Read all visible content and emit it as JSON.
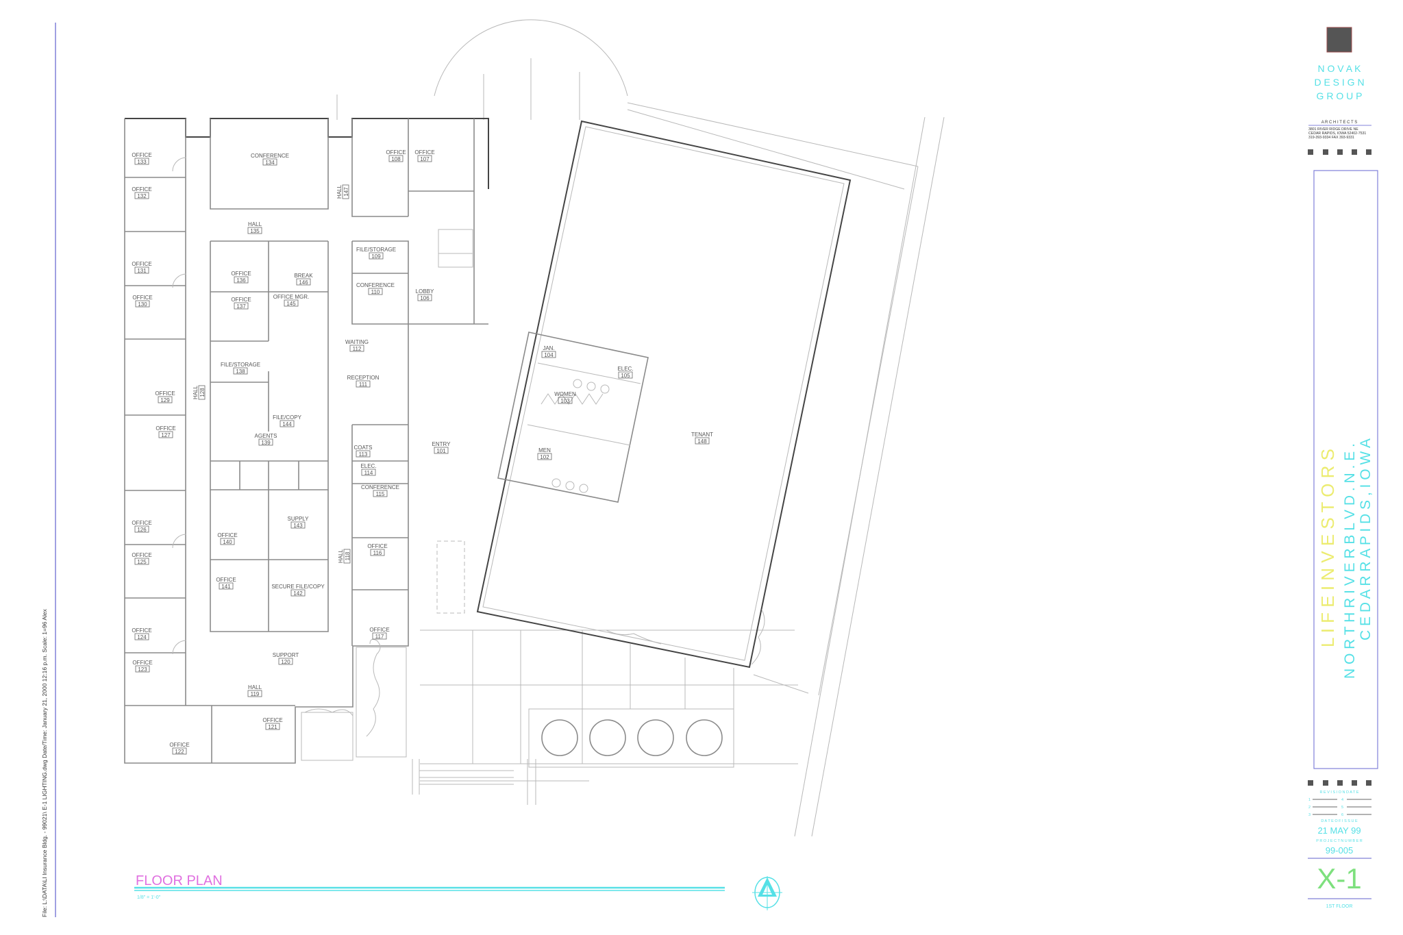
{
  "file_info": "File: L:\\DATA\\LI Insurance Bldg. - 99021\\ E-1 LIGHTING.dwg    Date/Time: January 21, 2000 12:16 p.m.    Scale: 1=96    Alex",
  "drawing": {
    "title": "FLOOR PLAN",
    "scale": "1/8\" = 1'-0\"",
    "north_arrow_icon": "north-arrow-icon"
  },
  "rooms": [
    {
      "name": "OFFICE",
      "number": "133"
    },
    {
      "name": "OFFICE",
      "number": "132"
    },
    {
      "name": "OFFICE",
      "number": "131"
    },
    {
      "name": "OFFICE",
      "number": "130"
    },
    {
      "name": "OFFICE",
      "number": "129"
    },
    {
      "name": "OFFICE",
      "number": "127"
    },
    {
      "name": "CONFERENCE",
      "number": "134"
    },
    {
      "name": "HALL",
      "number": "135"
    },
    {
      "name": "OFFICE",
      "number": "136"
    },
    {
      "name": "OFFICE",
      "number": "137"
    },
    {
      "name": "BREAK",
      "number": "146"
    },
    {
      "name": "OFFICE MGR.",
      "number": "145"
    },
    {
      "name": "FILE/STORAGE",
      "number": "138"
    },
    {
      "name": "FILE/COPY",
      "number": "144"
    },
    {
      "name": "AGENTS",
      "number": "139"
    },
    {
      "name": "OFFICE",
      "number": "108"
    },
    {
      "name": "OFFICE",
      "number": "107"
    },
    {
      "name": "HALL",
      "number": "147"
    },
    {
      "name": "FILE/STORAGE",
      "number": "109"
    },
    {
      "name": "CONFERENCE",
      "number": "110"
    },
    {
      "name": "LOBBY",
      "number": "106"
    },
    {
      "name": "WAITING",
      "number": "112"
    },
    {
      "name": "RECEPTION",
      "number": "111"
    },
    {
      "name": "HALL",
      "number": "128"
    },
    {
      "name": "COATS",
      "number": "113"
    },
    {
      "name": "ENTRY",
      "number": "101"
    },
    {
      "name": "ELEC.",
      "number": "114"
    },
    {
      "name": "CONFERENCE",
      "number": "115"
    },
    {
      "name": "OFFICE",
      "number": "126"
    },
    {
      "name": "OFFICE",
      "number": "125"
    },
    {
      "name": "OFFICE",
      "number": "140"
    },
    {
      "name": "SUPPLY",
      "number": "143"
    },
    {
      "name": "OFFICE",
      "number": "141"
    },
    {
      "name": "SECURE FILE/COPY",
      "number": "142"
    },
    {
      "name": "HALL",
      "number": "118"
    },
    {
      "name": "OFFICE",
      "number": "116"
    },
    {
      "name": "OFFICE",
      "number": "117"
    },
    {
      "name": "SUPPORT",
      "number": "120"
    },
    {
      "name": "HALL",
      "number": "119"
    },
    {
      "name": "OFFICE",
      "number": "124"
    },
    {
      "name": "OFFICE",
      "number": "123"
    },
    {
      "name": "OFFICE",
      "number": "121"
    },
    {
      "name": "OFFICE",
      "number": "122"
    },
    {
      "name": "JAN.",
      "number": "104"
    },
    {
      "name": "ELEC.",
      "number": "105"
    },
    {
      "name": "WOMEN",
      "number": "103"
    },
    {
      "name": "MEN",
      "number": "102"
    },
    {
      "name": "TENANT",
      "number": "148"
    }
  ],
  "title_block": {
    "firm_lines": [
      "N O V A K",
      "D E S I G N",
      "G R O U P"
    ],
    "firm_type": "A R C H I T E C T S",
    "address": [
      "3801 RIVER RIDGE DRIVE NE",
      "CEDAR RAPIDS, IOWA 52402-7531",
      "319-393-9334     FAX 393-9331"
    ],
    "project_name": "L I F E   I N V E S T O R S",
    "project_address_1": "N O R T H   R I V E R   B L V D .   N . E .",
    "project_address_2": "C E D A R   R A P I D S ,   I O W A",
    "revision_label": "R E V I S I O N   D A T E",
    "revision_numbers": [
      "1",
      "2",
      "3",
      "4",
      "5",
      "6"
    ],
    "date_of_issue_label": "D A T E   O F   I S S U E",
    "date_of_issue": "21 MAY 99",
    "project_number_label": "P R O J E C T   N U M B E R",
    "project_number": "99-005",
    "sheet_number": "X-1",
    "sheet_title": "1ST FLOOR"
  },
  "colors": {
    "cyan": "#55e0e6",
    "magenta": "#e070e0",
    "yellow": "#ecec70",
    "green": "#7ee07e",
    "purple_rule": "#8080d8",
    "logo_gray": "#555555"
  }
}
